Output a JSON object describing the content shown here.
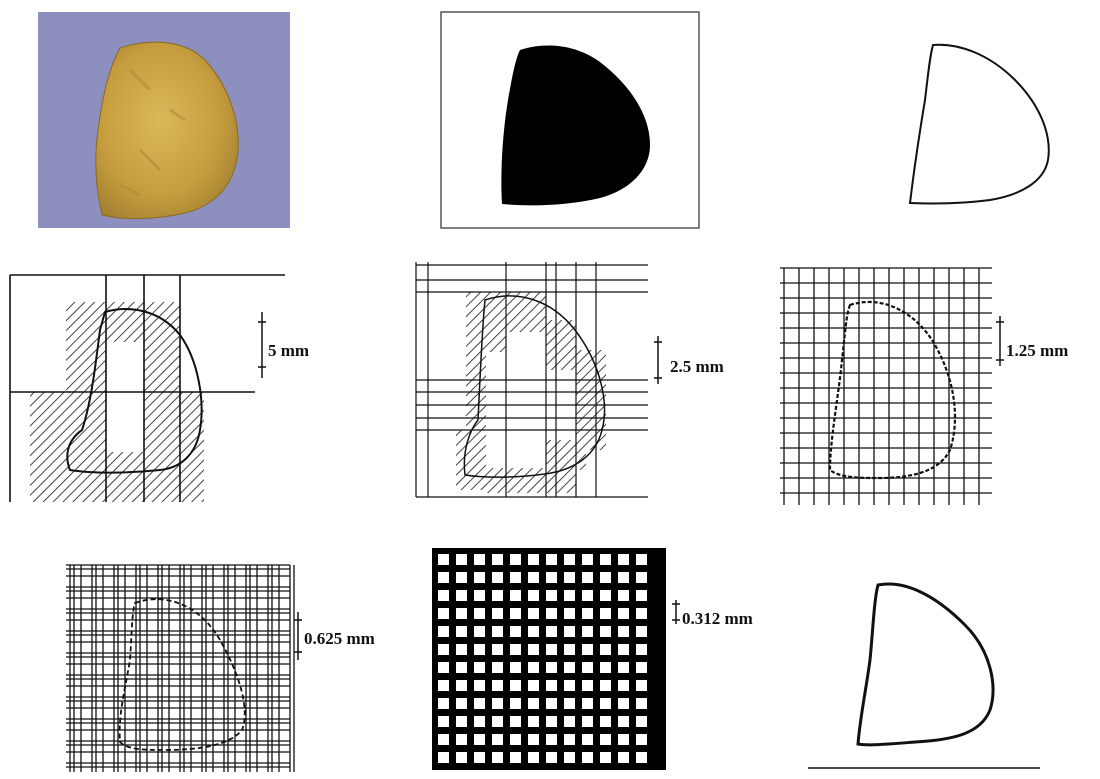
{
  "figure": {
    "panels": [
      {
        "id": "photo",
        "kind": "photograph of aggregate particle"
      },
      {
        "id": "binary",
        "kind": "binary silhouette"
      },
      {
        "id": "outline",
        "kind": "extracted boundary"
      },
      {
        "id": "grid1",
        "kind": "box-counting grid",
        "label": "5 mm"
      },
      {
        "id": "grid2",
        "kind": "box-counting grid",
        "label": "2.5 mm"
      },
      {
        "id": "grid3",
        "kind": "box-counting grid",
        "label": "1.25 mm"
      },
      {
        "id": "grid4",
        "kind": "box-counting grid",
        "label": "0.625 mm"
      },
      {
        "id": "grid5",
        "kind": "box-counting grid",
        "label": "0.312 mm"
      },
      {
        "id": "final",
        "kind": "boundary with baseline"
      }
    ],
    "colors": {
      "photo_background": "#8d90bf",
      "rock": "#c9a64a",
      "ink": "#111111",
      "hatch": "#555555"
    }
  }
}
